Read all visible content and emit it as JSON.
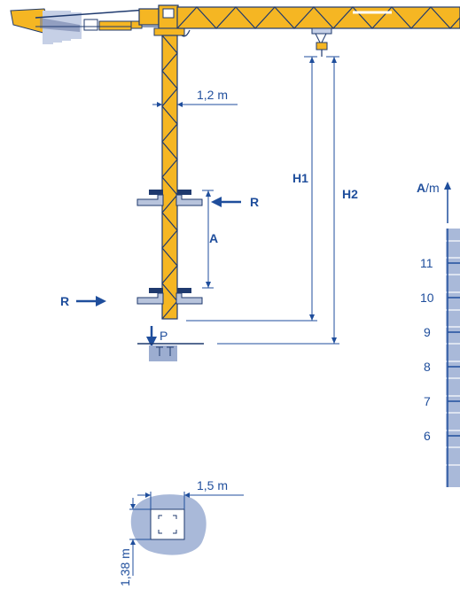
{
  "labels": {
    "mast_width": "1,2 m",
    "height_1": "H1",
    "height_2": "H2",
    "spacing": "A",
    "reaction_upper": "R",
    "reaction_lower": "R",
    "load": "P",
    "base_width": "1,5 m",
    "base_depth": "1,38 m"
  },
  "scale": {
    "axis_label_bold": "A",
    "axis_label_unit": "/m",
    "ticks": [
      "11",
      "10",
      "9",
      "8",
      "7",
      "6"
    ]
  },
  "colors": {
    "crane_yellow": "#f5b623",
    "crane_outline": "#1f3a6e",
    "dimension_blue": "#1f4e9c",
    "collar_gray": "#b8c4dc",
    "building_blue": "#a9b9d9",
    "ground_blue": "#8fa3c9"
  },
  "icons": {
    "force_arrow": "arrow-left-icon",
    "load_arrow": "arrow-down-icon"
  }
}
